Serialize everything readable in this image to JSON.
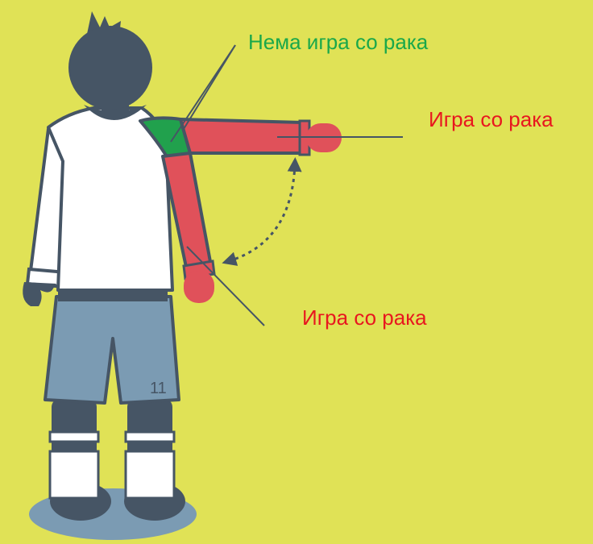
{
  "colors": {
    "background": "#e0e256",
    "green_label": "#1aa84a",
    "red_label": "#e8171f",
    "skin_outline": "#465565",
    "shirt": "#ffffff",
    "shorts": "#7b9bb3",
    "red_zone": "#e0515a",
    "green_zone": "#21a14d"
  },
  "labels": {
    "no_handball": "Нема игра со рака",
    "handball_horizontal": "Игра со рака",
    "handball_down": "Игра со рака"
  },
  "player": {
    "shirt_number": "11"
  }
}
